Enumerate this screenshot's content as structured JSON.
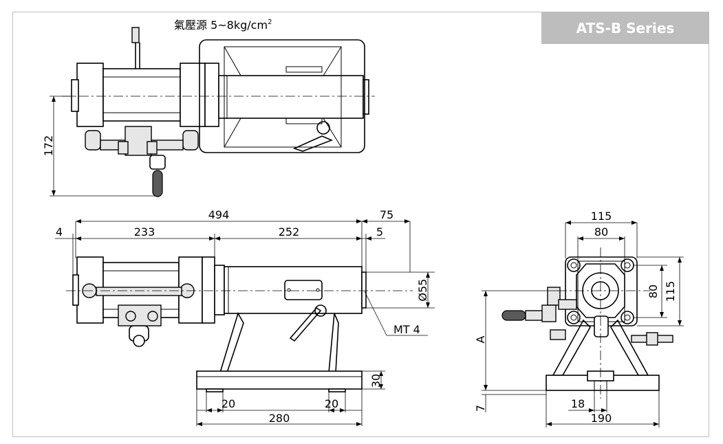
{
  "badge": {
    "label": "ATS-B Series"
  },
  "air_note": {
    "text": "氣壓源 5~8kg/cm",
    "sup": "2"
  },
  "dims": {
    "top_height": "172",
    "overall_length": "494",
    "ext_75": "75",
    "left_4": "4",
    "len_233": "233",
    "len_252": "252",
    "ext_5": "5",
    "dia_55": "Ø55",
    "taper": "MT 4",
    "base_h_30": "30",
    "foot_20_left": "20",
    "foot_20_right": "20",
    "base_280": "280",
    "side_115_top": "115",
    "side_80_top": "80",
    "side_80_right": "80",
    "side_115_right": "115",
    "side_A": "A",
    "side_7": "7",
    "side_18": "18",
    "side_190": "190"
  }
}
